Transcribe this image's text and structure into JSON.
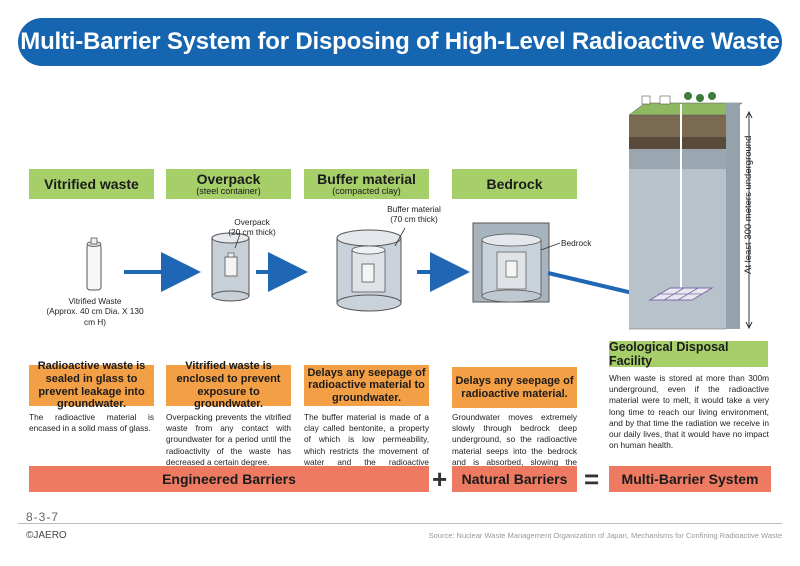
{
  "title": "Multi-Barrier System for Disposing of High-Level Radioactive Waste",
  "stages": [
    {
      "title": "Vitrified waste",
      "subtitle": "",
      "box_text": "Radioactive waste is sealed in glass to prevent leakage into groundwater.",
      "description": "The radioactive material is encased in a solid mass of glass."
    },
    {
      "title": "Overpack",
      "subtitle": "(steel container)",
      "box_text": "Vitrified waste is enclosed to prevent exposure to groundwater.",
      "description": "Overpacking prevents the vitrified waste from any contact with groundwater for a period until the radioactivity of the waste has decreased a certain degree."
    },
    {
      "title": "Buffer material",
      "subtitle": "(compacted clay)",
      "box_text": "Delays any seepage of radioactive material to groundwater.",
      "description": "The buffer material is made of a clay called bentonite, a property of which is low permeability, which restricts the movement of water and the radioactive material."
    },
    {
      "title": "Bedrock",
      "subtitle": "",
      "box_text": "Delays any seepage of radioactive material.",
      "description": "Groundwater moves extremely slowly through bedrock deep underground, so the radioactive material seeps into the bedrock and is absorbed, slowing the movement even more."
    }
  ],
  "illustration_labels": {
    "vitrified_line1": "Vitrified Waste",
    "vitrified_line2": "(Approx. 40 cm Dia. X 130 cm H)",
    "overpack_line1": "Overpack",
    "overpack_line2": "(20 cm thick)",
    "buffer_line1": "Buffer material",
    "buffer_line2": "(70 cm thick)",
    "bedrock": "Bedrock",
    "depth": "At least 300 meters underground"
  },
  "facility": {
    "title": "Geological Disposal Facility",
    "description": "When waste is stored at more than 300m underground, even if the radioactive material were to melt, it would take a very long time to reach our living environment, and by that time the radiation we receive in our daily lives, that it would have no impact on human health."
  },
  "summary": {
    "engineered": "Engineered Barriers",
    "plus": "+",
    "natural": "Natural Barriers",
    "equals": "=",
    "result": "Multi-Barrier System"
  },
  "footer": {
    "page_number": "8-3-7",
    "copyright": "©JAERO",
    "source": "Source: Nuclear Waste Management Organization of Japan, Mechanisms for Confining Radioactive Waste"
  },
  "colors": {
    "title_bg": "#1565b0",
    "stage_green": "#a6cf6a",
    "orange": "#f39f45",
    "salmon": "#ee7a62",
    "arrow_blue": "#1f67b5"
  }
}
